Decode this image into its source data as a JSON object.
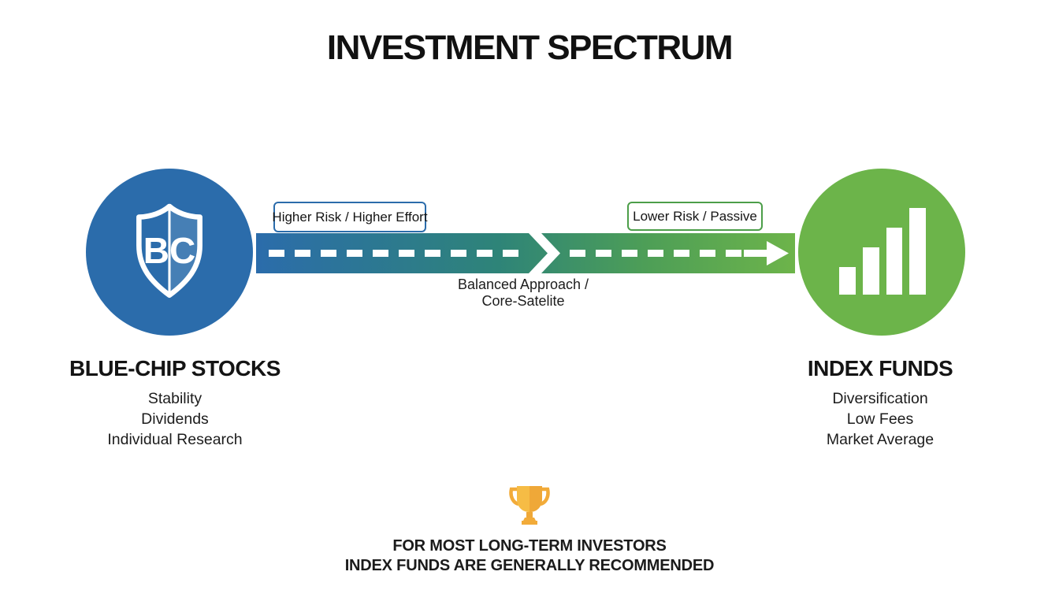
{
  "title": "INVESTMENT SPECTRUM",
  "spectrum": {
    "left_label": "Higher Risk / Higher Effort",
    "right_label": "Lower Risk / Passive",
    "center_label": {
      "line1": "Balanced Approach /",
      "line2": "Core-Satelite"
    }
  },
  "left_node": {
    "icon": "shield-monogram-icon",
    "monogram": "BC",
    "heading": "BLUE-CHIP STOCKS",
    "features": [
      "Stability",
      "Dividends",
      "Individual Research"
    ]
  },
  "right_node": {
    "icon": "bar-chart-icon",
    "heading": "INDEX FUNDS",
    "features": [
      "Diversification",
      "Low Fees",
      "Market Average"
    ]
  },
  "recommendation": {
    "icon": "trophy-icon",
    "line1": "FOR MOST LONG-TERM INVESTORS",
    "line2": "INDEX FUNDS ARE GENERALLY RECOMMENDED"
  },
  "colors": {
    "blue": "#2b6cab",
    "green": "#6cb44a",
    "teal_mid": "#2e8478",
    "band_green_end": "#6db44a",
    "label_green_border": "#4c9e49",
    "gold": "#f6bc45",
    "gold_dark": "#efa838",
    "text": "#1a1a1a"
  }
}
